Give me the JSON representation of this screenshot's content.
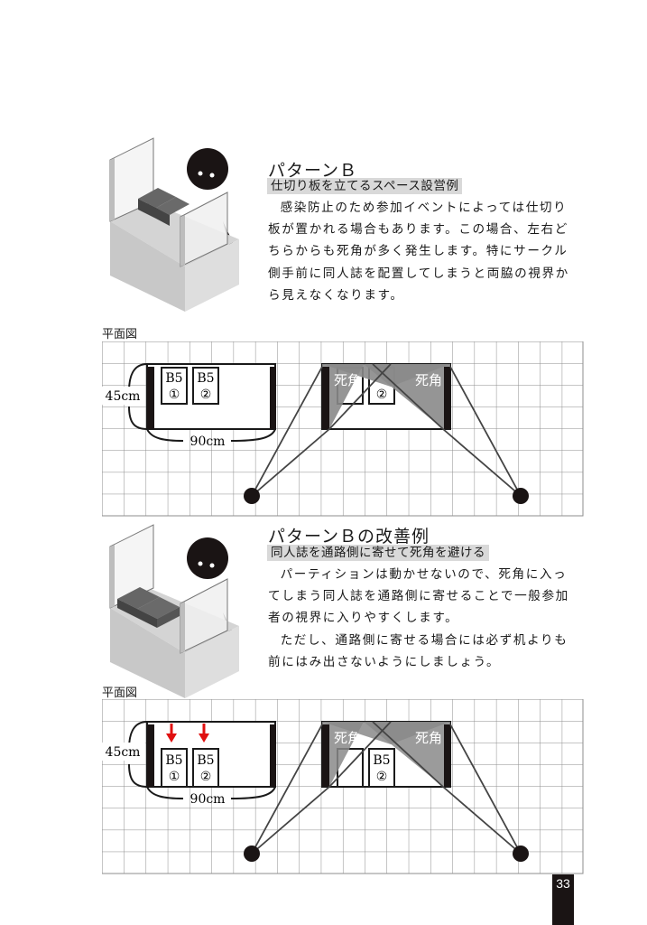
{
  "section1": {
    "title": "パターンＢ",
    "subtitle": "仕切り板を立てるスペース設営例",
    "paragraphs": [
      "感染防止のため参加イベントによっては仕切り板が置かれる場合もあります。この場合、左右どちらからも死角が多く発生します。特にサークル側手前に同人誌を配置してしまうと両脇の視界から見えなくなります。"
    ],
    "plan_label": "平面図",
    "plan": {
      "width_label": "90cm",
      "depth_label": "45cm",
      "book1_size": "B5",
      "book1_num": "①",
      "book2_size": "B5",
      "book2_num": "②",
      "blind_spot_left": "死角",
      "blind_spot_right": "死角"
    }
  },
  "section2": {
    "title": "パターンＢの改善例",
    "subtitle": "同人誌を通路側に寄せて死角を避ける",
    "paragraphs": [
      "パーティションは動かせないので、死角に入ってしまう同人誌を通路側に寄せることで一般参加者の視界に入りやすくします。",
      "ただし、通路側に寄せる場合には必ず机よりも前にはみ出さないようにしましょう。"
    ],
    "plan_label": "平面図",
    "plan": {
      "width_label": "90cm",
      "depth_label": "45cm",
      "book1_size": "B5",
      "book1_num": "①",
      "book2_size": "B5",
      "book2_num": "②",
      "blind_spot_left": "死角",
      "blind_spot_right": "死角"
    }
  },
  "page_number": "33",
  "colors": {
    "grid": "#8c8c8c",
    "blind_spot": "#8a8a8a",
    "partition": "#1a1414",
    "arrow": "#e01010",
    "subtitle_bg": "#d9d9d9"
  }
}
